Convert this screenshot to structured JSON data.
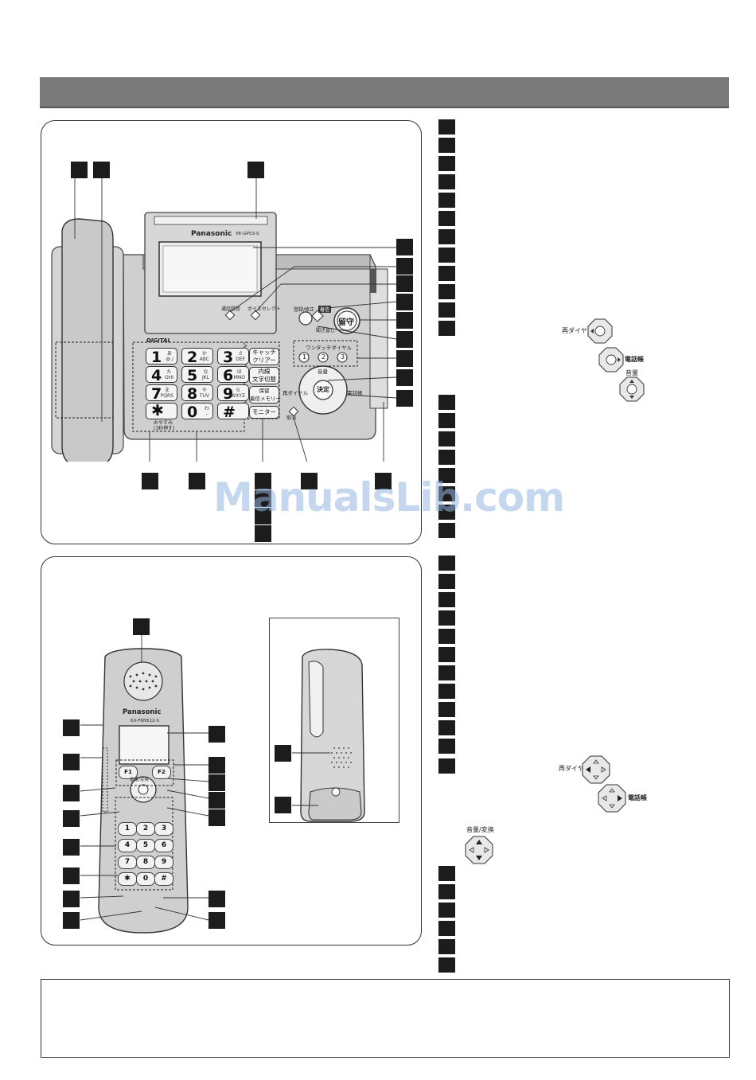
{
  "watermark": "ManualsLib.com",
  "base_unit": {
    "brand": "Panasonic",
    "model": "VE-GP53-S",
    "digital_label": "DIGITAL",
    "display_keys": [
      "通話録音",
      "ボイスセレクト"
    ],
    "keypad": [
      {
        "d": "1",
        "s": "あ\n@./"
      },
      {
        "d": "2",
        "s": "か\nABC"
      },
      {
        "d": "3",
        "s": "さ\nDEF"
      },
      {
        "d": "4",
        "s": "た\nGHI"
      },
      {
        "d": "5",
        "s": "な\nJKL"
      },
      {
        "d": "6",
        "s": "は\nMNO"
      },
      {
        "d": "7",
        "s": "ま\nPQRS"
      },
      {
        "d": "8",
        "s": "や\nTUV"
      },
      {
        "d": "9",
        "s": "ら\nWXYZ"
      },
      {
        "d": "✱",
        "s": ""
      },
      {
        "d": "0",
        "s": "わ\n-"
      },
      {
        "d": "#",
        "s": ""
      }
    ],
    "func_keys": [
      "キャッチ\nクリアー",
      "内線\n文字切替",
      "保留\n着信メモリー",
      "モニター"
    ],
    "star_sub": "おやすみ\n(3秒押す)",
    "edit_key": "登録/修正",
    "incoming_label": "着信",
    "replay_label": "聞き直し",
    "answer_key": "留守",
    "onetouch_label": "ワンタッチダイヤル",
    "onetouch_keys": [
      "1",
      "2",
      "3"
    ],
    "volume_label": "音量",
    "redial_label": "再ダイヤル",
    "phonebook_label": "電話帳",
    "enter_label": "決定",
    "cancel_label": "取消"
  },
  "base_nav_icons": [
    {
      "label": "再ダイヤル"
    },
    {
      "label": "電話帳"
    },
    {
      "label": "音量"
    }
  ],
  "handset": {
    "brand": "Panasonic",
    "model": "KX-FKN512-S",
    "soft_keys": [
      "F1",
      "F2"
    ],
    "soft_label": "音量/変換",
    "keypad": [
      "1",
      "2",
      "3",
      "4",
      "5",
      "6",
      "7",
      "8",
      "9",
      "✱",
      "0",
      "#"
    ]
  },
  "handset_nav_icons": [
    {
      "label": "再ダイヤル"
    },
    {
      "label": "電話帳"
    },
    {
      "label": "音量/変換"
    }
  ]
}
